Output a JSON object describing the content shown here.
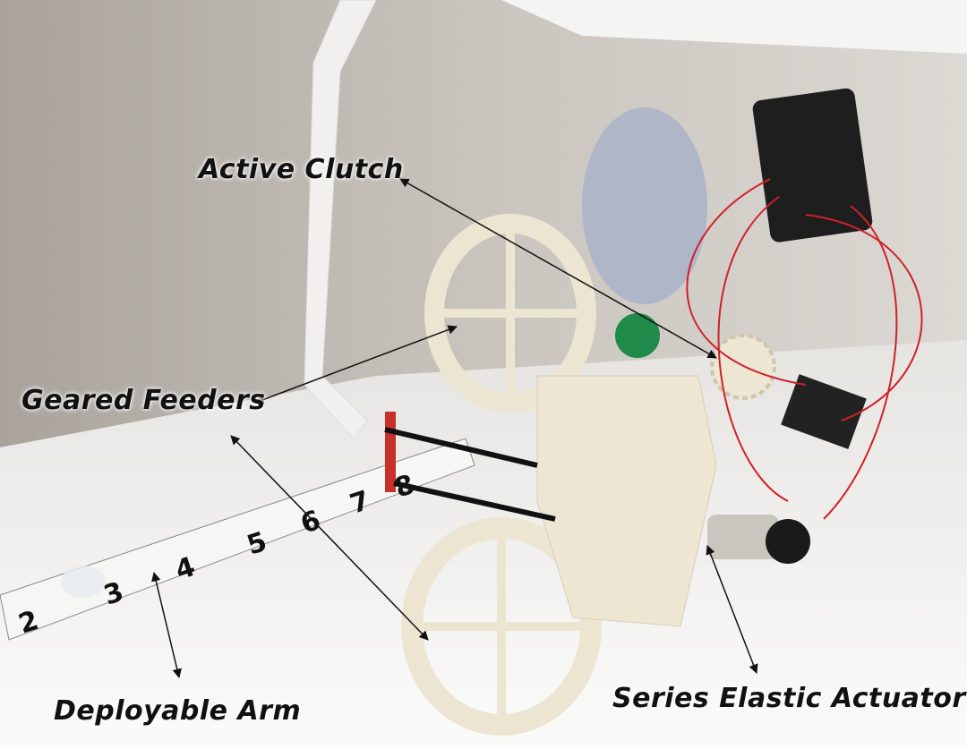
{
  "labels": {
    "active_clutch": "Active Clutch",
    "geared_feeders": "Geared Feeders",
    "deployable_arm": "Deployable Arm",
    "series_elastic_actuator": "Series Elastic Actuator"
  },
  "tape_numbers": [
    "2",
    "3",
    "4",
    "5",
    "6",
    "7",
    "8"
  ],
  "colors": {
    "wall": "#bdb8b2",
    "table": "#f2f1ef",
    "plastic": "#efe9d8",
    "wire": "#d0202a",
    "pcb": "#1e1e1e"
  }
}
